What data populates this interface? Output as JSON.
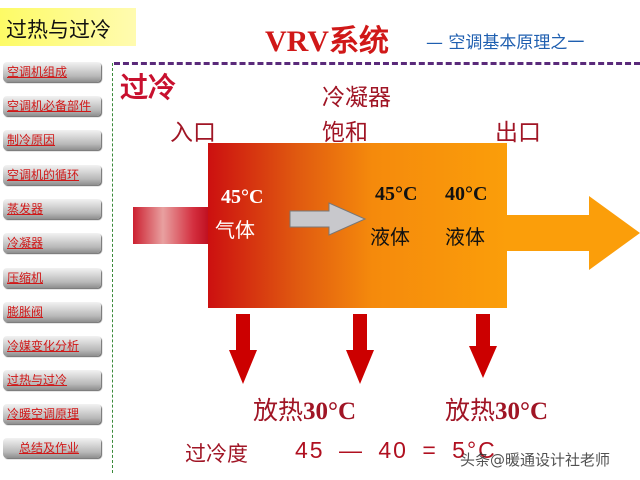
{
  "header": {
    "section_title": "过热与过冷",
    "main_title": "VRV系统",
    "subtitle": "— 空调基本原理之一"
  },
  "sidebar": {
    "items": [
      {
        "label": "空调机组成"
      },
      {
        "label": "空调机必备部件"
      },
      {
        "label": "制冷原因"
      },
      {
        "label": "空调机的循环"
      },
      {
        "label": "蒸发器"
      },
      {
        "label": "冷凝器"
      },
      {
        "label": "压缩机"
      },
      {
        "label": "膨胀阀"
      },
      {
        "label": "冷媒变化分析"
      },
      {
        "label": "过热与过冷"
      },
      {
        "label": "冷暖空调原理"
      },
      {
        "label": "总结及作业"
      }
    ]
  },
  "diagram": {
    "heading": "过冷",
    "component": "冷凝器",
    "inlet": "入口",
    "saturation": "饱和",
    "outlet": "出口",
    "inlet_temp": "45°C",
    "inlet_state": "气体",
    "sat_temp": "45°C",
    "sat_state": "液体",
    "out_temp": "40°C",
    "out_state": "液体",
    "heat_release_label": "放热",
    "heat_release_value": "30°C",
    "subcool_label": "过冷度",
    "subcool_formula": "45 — 40 = 5°C",
    "colors": {
      "hot": "#cc1010",
      "warm": "#fb9e0a",
      "arrow": "#cc0000"
    }
  },
  "watermark": "头条@暖通设计社老师"
}
